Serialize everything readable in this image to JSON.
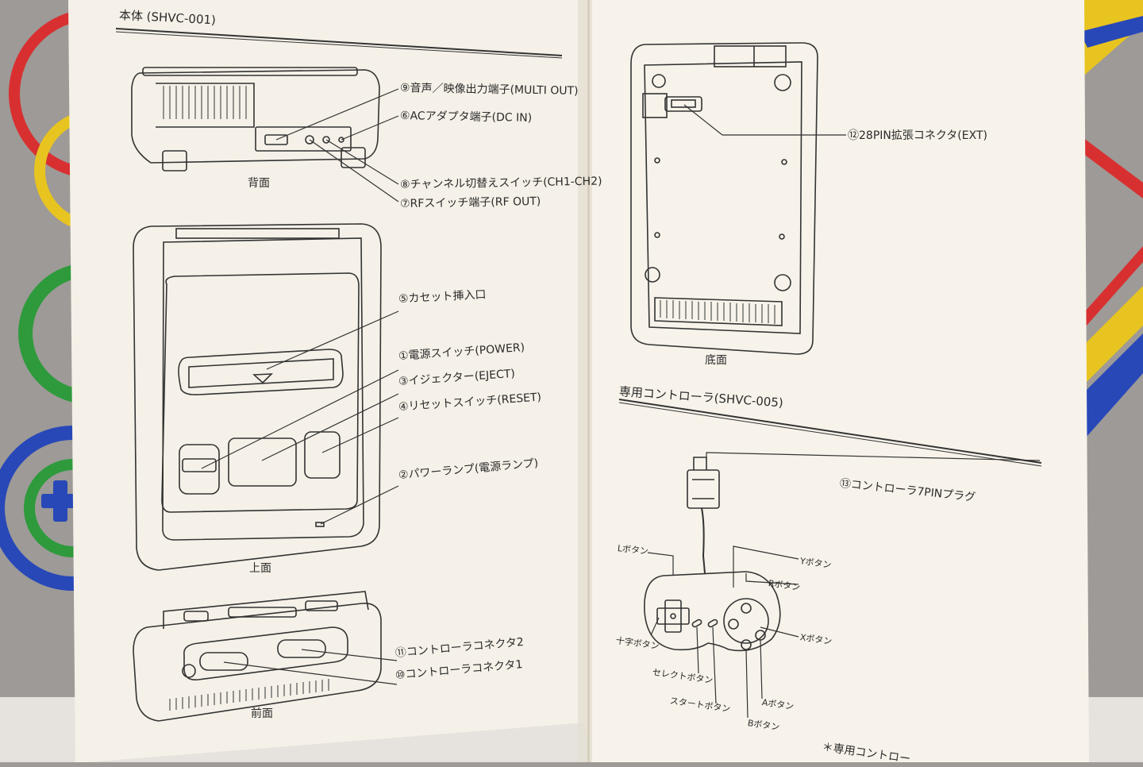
{
  "left_page": {
    "heading": "本体 (SHVC-001)",
    "rear_view": {
      "caption": "背面",
      "labels": {
        "multi_out": "⑨音声／映像出力端子(MULTI OUT)",
        "dc_in": "⑥ACアダプタ端子(DC IN)",
        "channel_switch": "⑧チャンネル切替えスイッチ(CH1-CH2)",
        "rf_out": "⑦RFスイッチ端子(RF OUT)"
      }
    },
    "top_view": {
      "caption": "上面",
      "labels": {
        "cartridge_slot": "⑤カセット挿入口",
        "power": "①電源スイッチ(POWER)",
        "eject": "③イジェクター(EJECT)",
        "reset": "④リセットスイッチ(RESET)",
        "power_lamp": "②パワーランプ(電源ランプ)"
      }
    },
    "front_view": {
      "caption": "前面",
      "labels": {
        "controller_2": "⑪コントローラコネクタ2",
        "controller_1": "⑩コントローラコネクタ1"
      }
    }
  },
  "right_page": {
    "bottom_view": {
      "caption": "底面",
      "labels": {
        "ext": "⑫28PIN拡張コネクタ(EXT)"
      }
    },
    "controller": {
      "heading": "専用コントローラ(SHVC-005)",
      "labels": {
        "plug": "⑬コントローラ7PINプラグ",
        "l_button": "Lボタン",
        "y_button": "Yボタン",
        "r_button": "Rボタン",
        "x_button": "Xボタン",
        "dpad": "十字ボタン",
        "select": "セレクトボタン",
        "start": "スタートボタン",
        "a_button": "Aボタン",
        "b_button": "Bボタン"
      },
      "footnote": "＊専用コントロー"
    }
  },
  "colors": {
    "paper": "#f5f1e8",
    "ink": "#2a2a2a",
    "background_red": "#d83030",
    "background_yellow": "#e8c420",
    "background_green": "#2e9a3c",
    "background_blue": "#2848b8"
  }
}
